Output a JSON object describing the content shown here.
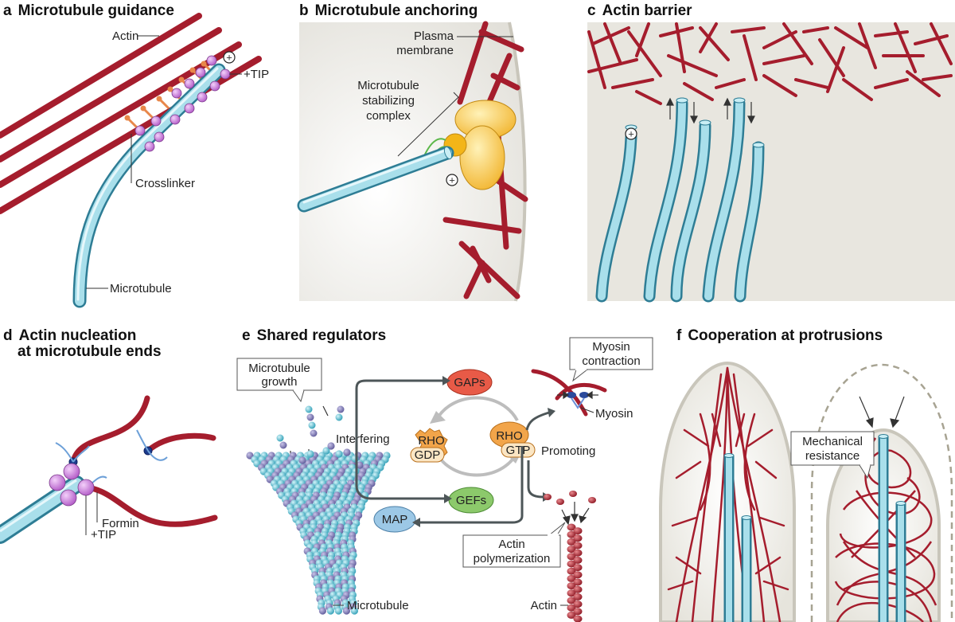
{
  "panels": {
    "a": {
      "letter": "a",
      "title": "Microtubule guidance",
      "labels": {
        "actin": "Actin",
        "plus": "+",
        "tip": "+TIP",
        "crosslinker": "Crosslinker",
        "microtubule": "Microtubule"
      }
    },
    "b": {
      "letter": "b",
      "title": "Microtubule anchoring",
      "labels": {
        "plasma1": "Plasma",
        "plasma2": "membrane",
        "msc1": "Microtubule",
        "msc2": "stabilizing",
        "msc3": "complex",
        "plus": "+"
      }
    },
    "c": {
      "letter": "c",
      "title": "Actin barrier",
      "labels": {
        "plus": "+"
      }
    },
    "d": {
      "letter": "d",
      "title1": "Actin nucleation",
      "title2": "at microtubule ends",
      "labels": {
        "formin": "Formin",
        "tip": "+TIP"
      }
    },
    "e": {
      "letter": "e",
      "title": "Shared regulators",
      "labels": {
        "mtgrowth1": "Microtubule",
        "mtgrowth2": "growth",
        "interfering": "Interfering",
        "gaps": "GAPs",
        "gefs": "GEFs",
        "rho_gdp_top": "RHO",
        "rho_gdp_bottom": "GDP",
        "rho_gtp_top": "RHO",
        "rho_gtp_bottom": "GTP",
        "promoting": "Promoting",
        "myosin_con1": "Myosin",
        "myosin_con2": "contraction",
        "myosin": "Myosin",
        "map": "MAP",
        "actinpoly1": "Actin",
        "actinpoly2": "polymerization",
        "microtubule": "Microtubule",
        "actin": "Actin"
      }
    },
    "f": {
      "letter": "f",
      "title": "Cooperation at protrusions",
      "labels": {
        "mech1": "Mechanical",
        "mech2": "resistance"
      }
    }
  },
  "colors": {
    "actin": "#a51d2d",
    "microtubule": "#7cc6d6",
    "microtubule_edge": "#2e7d95",
    "tip": "#c77ad6",
    "crosslinker": "#e8874a",
    "cytoplasm": "#ecebe6",
    "gaps": "#e85a47",
    "gefs": "#8cc96b",
    "rho": "#f2a54a",
    "map": "#9cc8e6"
  }
}
